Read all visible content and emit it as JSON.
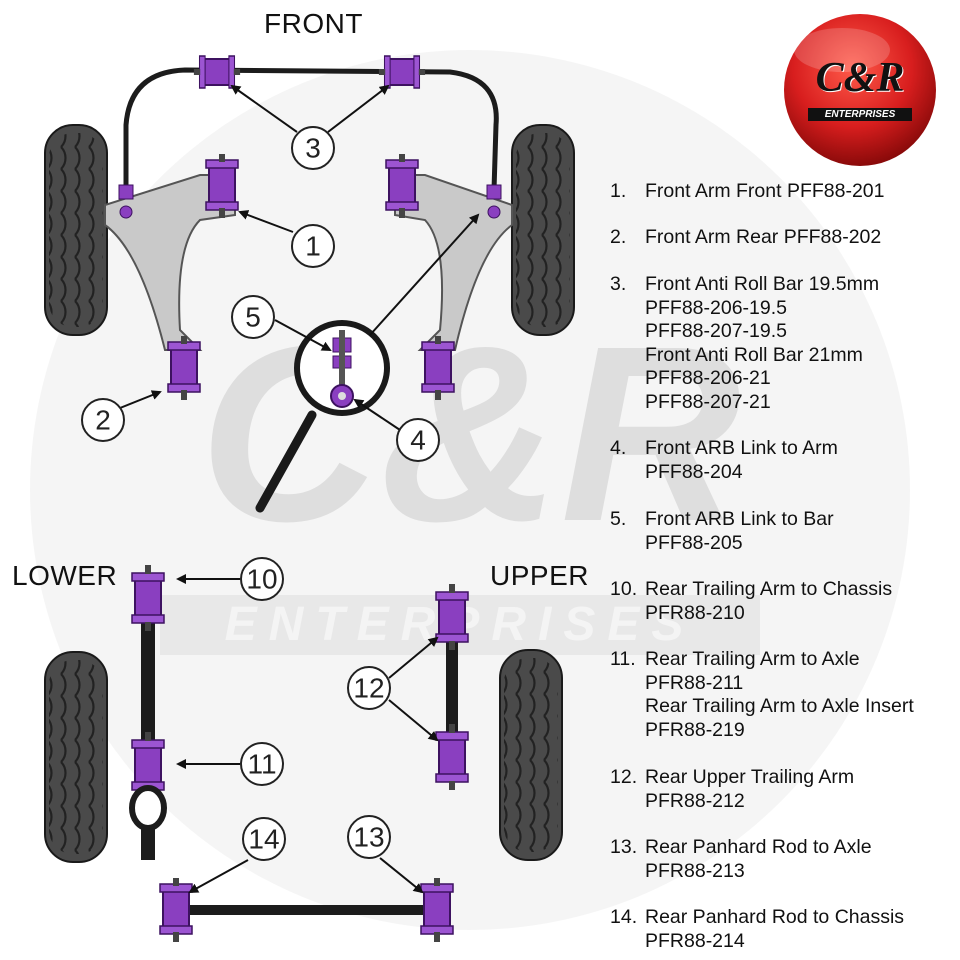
{
  "diagram": {
    "sections": {
      "front": "FRONT",
      "lower": "LOWER",
      "upper": "UPPER"
    },
    "callouts": [
      "1",
      "2",
      "3",
      "4",
      "5",
      "10",
      "11",
      "12",
      "13",
      "14"
    ],
    "colors": {
      "bush": "#8a3fc0",
      "bush_dark": "#5a1f8c",
      "arm": "#c9c9c9",
      "tyre": "#4a4a4a",
      "rod": "#222222",
      "watermark": "#e6e6e6",
      "logo_red": "#d81e1e"
    }
  },
  "logo": {
    "mark": "C&R",
    "tagline": "ENTERPRISES"
  },
  "watermark": {
    "mark": "C&R",
    "tagline": "ENTERPRISES"
  },
  "legend": [
    {
      "num": "1.",
      "lines": [
        "Front Arm Front PFF88-201"
      ]
    },
    {
      "num": "2.",
      "lines": [
        "Front Arm Rear PFF88-202"
      ]
    },
    {
      "num": "3.",
      "lines": [
        "Front Anti Roll Bar 19.5mm",
        "PFF88-206-19.5",
        "PFF88-207-19.5",
        "Front Anti Roll Bar 21mm",
        "PFF88-206-21",
        "PFF88-207-21"
      ]
    },
    {
      "num": "4.",
      "lines": [
        "Front ARB Link to Arm",
        "PFF88-204"
      ]
    },
    {
      "num": "5.",
      "lines": [
        "Front ARB Link to Bar",
        "PFF88-205"
      ]
    },
    {
      "num": "10.",
      "lines": [
        "Rear Trailing Arm to Chassis",
        "PFR88-210"
      ]
    },
    {
      "num": "11.",
      "lines": [
        "Rear Trailing Arm to Axle",
        "PFR88-211",
        "Rear Trailing Arm to Axle Insert",
        "PFR88-219"
      ]
    },
    {
      "num": "12.",
      "lines": [
        "Rear Upper Trailing Arm",
        "PFR88-212"
      ]
    },
    {
      "num": "13.",
      "lines": [
        "Rear Panhard Rod to Axle",
        "PFR88-213"
      ]
    },
    {
      "num": "14.",
      "lines": [
        "Rear Panhard Rod to Chassis",
        "PFR88-214"
      ]
    }
  ]
}
